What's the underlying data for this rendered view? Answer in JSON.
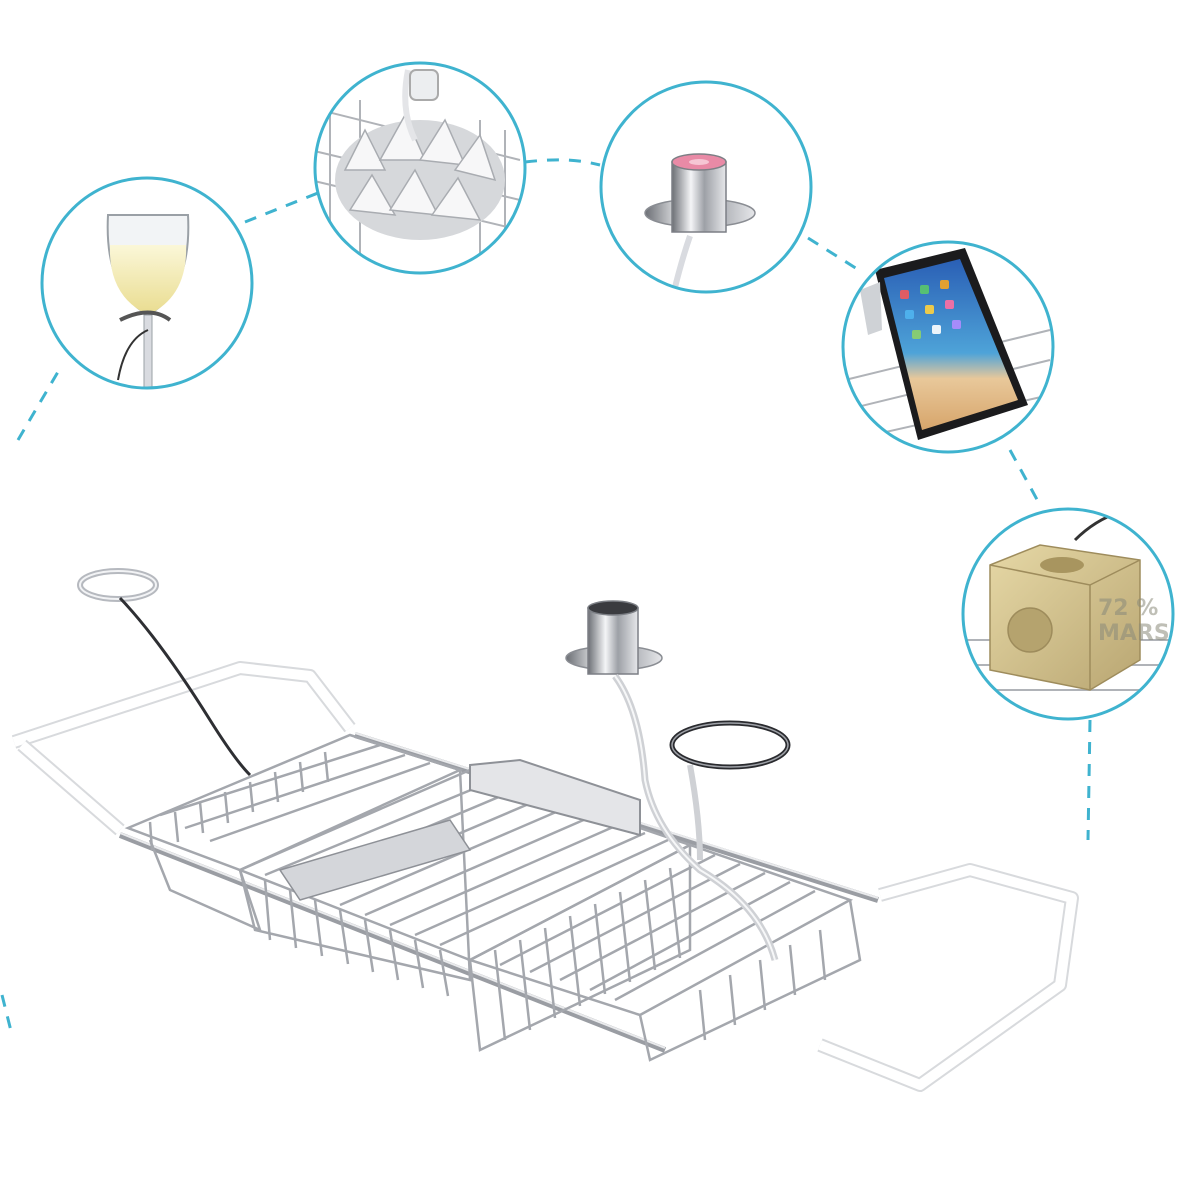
{
  "scene": {
    "accent_color": "#3fb3cf",
    "background_color": "#ffffff",
    "chrome_color": "#b9bcc2",
    "frame_color": "#ffffff"
  },
  "callouts": [
    {
      "name": "wine-glass-holder",
      "icon": "wine-glass-icon"
    },
    {
      "name": "sponge-basket",
      "icon": "sponge-icon"
    },
    {
      "name": "candle-cup-holder",
      "icon": "candle-icon"
    },
    {
      "name": "tablet-stand",
      "icon": "tablet-icon"
    },
    {
      "name": "soap-tray",
      "icon": "soap-icon"
    }
  ],
  "soap": {
    "stamp_line1": "72 %",
    "stamp_line2": "MARS"
  }
}
